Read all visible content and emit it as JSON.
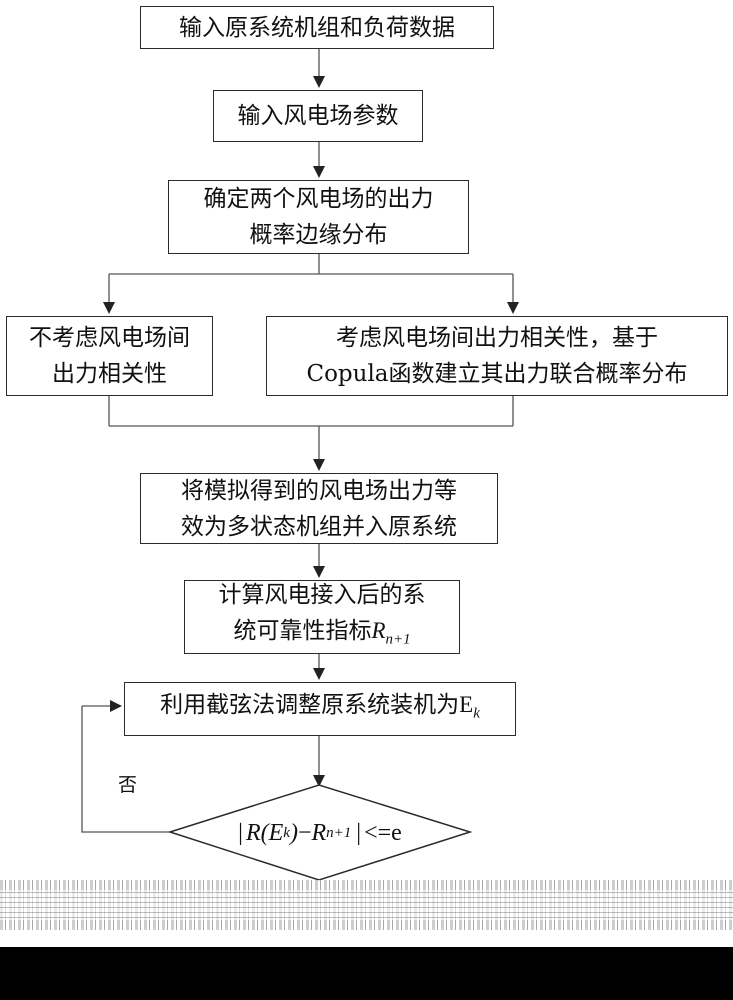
{
  "steps": {
    "step1": "输入原系统机组和负荷数据",
    "step2": "输入风电场参数",
    "step3_line1": "确定两个风电场的出力",
    "step3_line2": "概率边缘分布",
    "left_line1": "不考虑风电场间",
    "left_line2": "出力相关性",
    "right_line1": "考虑风电场间出力相关性，基于",
    "right_line2": "Copula函数建立其出力联合概率分布",
    "step5_line1": "将模拟得到的风电场出力等",
    "step5_line2": "效为多状态机组并入原系统",
    "step6_line1": "计算风电接入后的系",
    "step6_line2_text": "统可靠性指标",
    "step6_math_R": "R",
    "step6_math_sub": "n+1",
    "step7_text": "利用截弦法调整原系统装机为",
    "step7_E": "E",
    "step7_sub": "k"
  },
  "decision": {
    "abs_open": "|",
    "R_open": "R(E",
    "R_sub": "k",
    "R_close": ")",
    "minus": "−",
    "Rn": "R",
    "Rn_sub": "n+1",
    "abs_close": "|",
    "compare": "<=e"
  },
  "loop_label": "否"
}
